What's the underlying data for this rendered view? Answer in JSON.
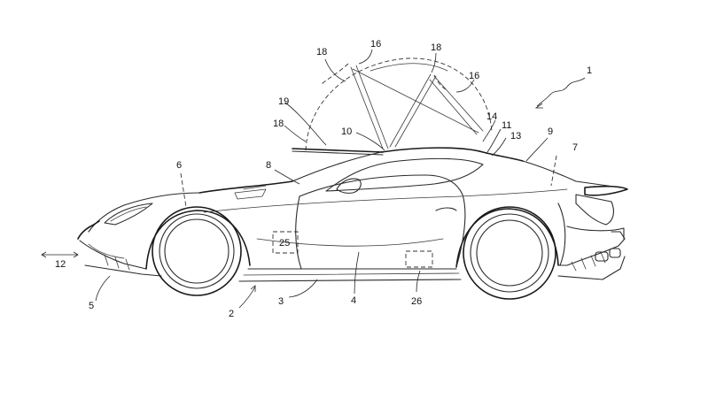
{
  "figure": {
    "labels": [
      {
        "id": "l1",
        "text": "1"
      },
      {
        "id": "l2",
        "text": "2"
      },
      {
        "id": "l3",
        "text": "3"
      },
      {
        "id": "l4",
        "text": "4"
      },
      {
        "id": "l5",
        "text": "5"
      },
      {
        "id": "l6",
        "text": "6"
      },
      {
        "id": "l7",
        "text": "7"
      },
      {
        "id": "l8",
        "text": "8"
      },
      {
        "id": "l9",
        "text": "9"
      },
      {
        "id": "l10",
        "text": "10"
      },
      {
        "id": "l11",
        "text": "11"
      },
      {
        "id": "l12",
        "text": "12"
      },
      {
        "id": "l13",
        "text": "13"
      },
      {
        "id": "l14",
        "text": "14"
      },
      {
        "id": "l16a",
        "text": "16"
      },
      {
        "id": "l16b",
        "text": "16"
      },
      {
        "id": "l18a",
        "text": "18"
      },
      {
        "id": "l18b",
        "text": "18"
      },
      {
        "id": "l18c",
        "text": "18"
      },
      {
        "id": "l19",
        "text": "19"
      },
      {
        "id": "l25",
        "text": "25"
      },
      {
        "id": "l26",
        "text": "26"
      }
    ]
  }
}
